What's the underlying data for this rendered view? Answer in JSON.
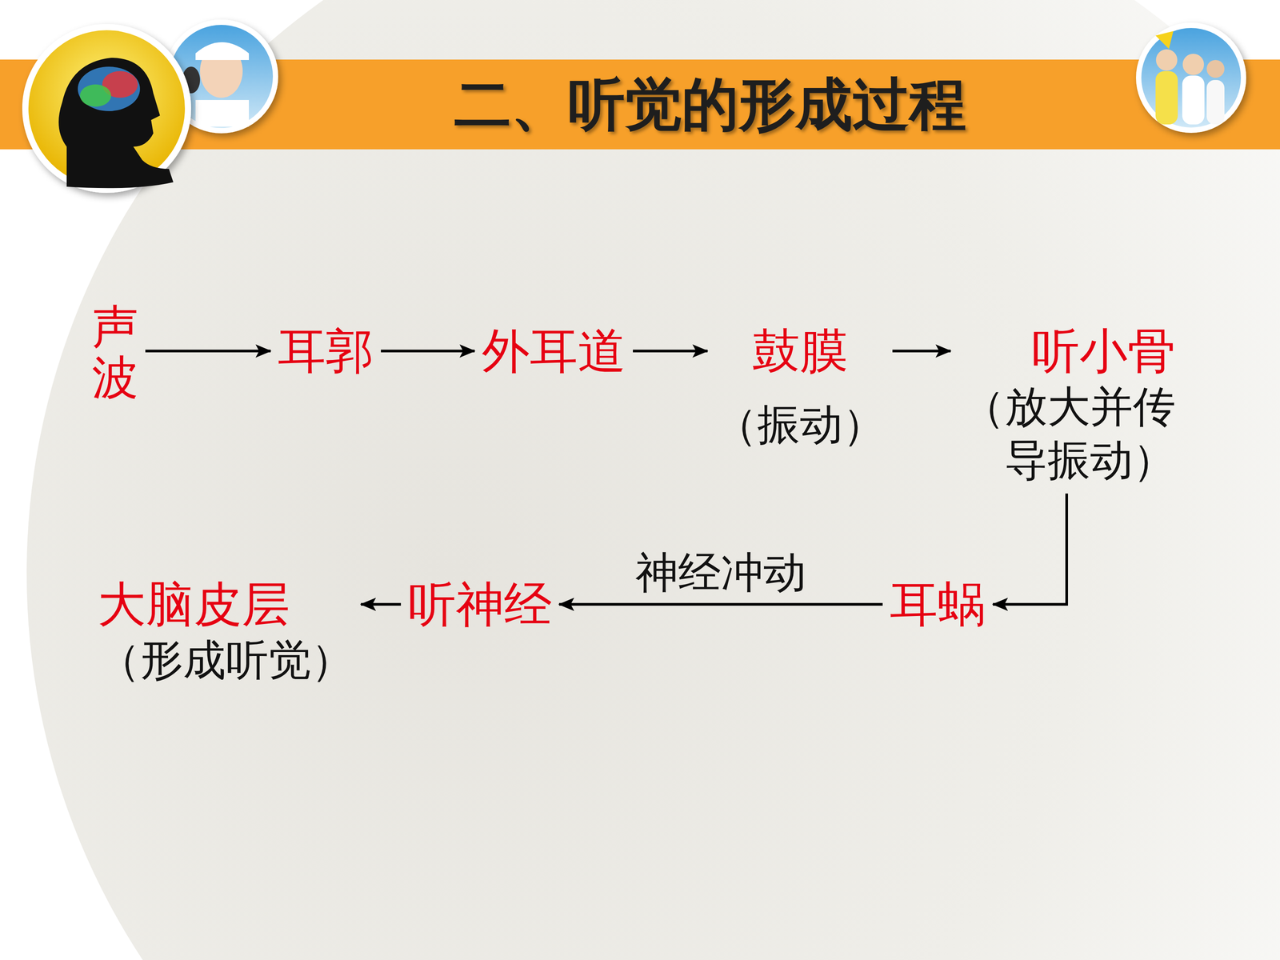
{
  "diagram": {
    "title": "二、听觉的形成过程",
    "nodes": [
      {
        "text": [
          "声波"
        ]
      },
      {
        "text": [
          "耳郭"
        ]
      },
      {
        "text": [
          "外耳道"
        ]
      },
      {
        "text": [
          "鼓膜",
          "（振动）"
        ]
      },
      {
        "text": [
          "听小骨",
          "（放大并传导振动）"
        ]
      },
      {
        "text": [
          "耳蜗"
        ]
      },
      {
        "text": [
          "听神经"
        ]
      },
      {
        "text": [
          "大脑皮层",
          "（形成听觉）"
        ]
      }
    ],
    "edges": [
      {
        "from": 0,
        "to": 1,
        "arrow": "to"
      },
      {
        "from": 1,
        "to": 2,
        "arrow": "to"
      },
      {
        "from": 2,
        "to": 3,
        "arrow": "to"
      },
      {
        "from": 3,
        "to": 4,
        "arrow": "to"
      },
      {
        "from": 4,
        "to": 5,
        "arrow": "to"
      },
      {
        "from": 5,
        "to": 6,
        "label": "神经冲动",
        "arrow": "to"
      },
      {
        "from": 6,
        "to": 7,
        "arrow": "to"
      }
    ]
  }
}
